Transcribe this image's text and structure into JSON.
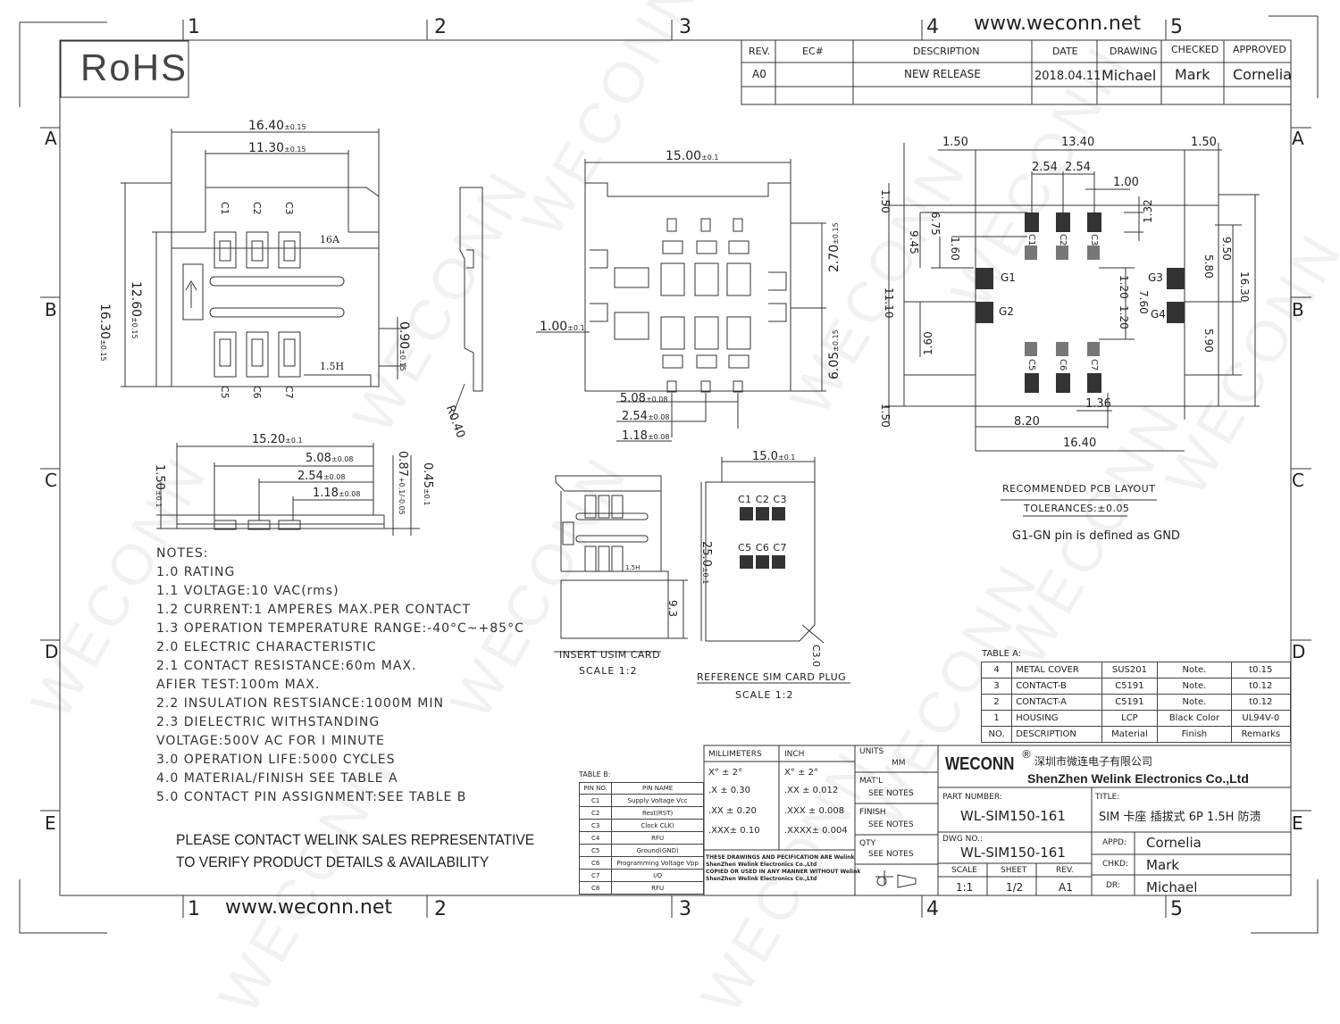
{
  "site_url_top": "www.weconn.net",
  "site_url_bottom": "www.weconn.net",
  "watermark": "WECONN",
  "rohs": "RoHS",
  "zone_cols": [
    "1",
    "2",
    "3",
    "4",
    "5"
  ],
  "zone_rows": [
    "A",
    "B",
    "C",
    "D",
    "E"
  ],
  "revision_table": {
    "headers": [
      "REV.",
      "EC#",
      "DESCRIPTION",
      "DATE",
      "DRAWING",
      "CHECKED",
      "APPROVED"
    ],
    "row": [
      "A0",
      "",
      "NEW RELEASE",
      "2018.04.11",
      "Michael",
      "Mark",
      "Cornelia"
    ]
  },
  "top_view": {
    "w_outer": "16.40",
    "tol_outer": "±0.15",
    "w_inner": "11.30",
    "tol_inner": "±0.15",
    "h_outer": "16.30",
    "tol_h_outer": "±0.15",
    "h_inner": "12.60",
    "tol_h_inner": "±0.15",
    "contacts_top": [
      "C1",
      "C2",
      "C3"
    ],
    "contacts_bottom": [
      "C5",
      "C6",
      "C7"
    ],
    "mark_16a": "16A",
    "mark_15h": "1.5H"
  },
  "side_view": {
    "gap": "0.90",
    "tol_gap": "±0.15",
    "radius": "R0.40"
  },
  "bottom_view": {
    "w": "15.00",
    "tol_w": "±0.1",
    "d1": "2.70",
    "tol_d1": "±0.15",
    "d2": "6.05",
    "tol_d2": "±0.15",
    "left": "1.00",
    "tol_left": "±0.1",
    "p1": "5.08",
    "tol_p1": "±0.08",
    "p2": "2.54",
    "tol_p2": "±0.08",
    "p3": "1.18",
    "tol_p3": "±0.08"
  },
  "front_view": {
    "w": "15.20",
    "tol_w": "±0.1",
    "p1": "5.08",
    "tol_p1": "±0.08",
    "p2": "2.54",
    "tol_p2": "±0.08",
    "p3": "1.18",
    "tol_p3": "±0.08",
    "h": "1.50",
    "tol_h": "±0.1",
    "t1": "0.87",
    "tol_t1": "+0.1/-0.05",
    "t2": "0.45",
    "tol_t2": "±0.1"
  },
  "pcb": {
    "top_dims": [
      "1.50",
      "13.40",
      "1.50"
    ],
    "pitch": [
      "2.54",
      "2.54"
    ],
    "pad_w": "1.00",
    "pad_h": "1.32",
    "left_dims": [
      "1.50",
      "6.75",
      "9.45",
      "1.60",
      "11.10",
      "1.60",
      "1.50"
    ],
    "right_dims": [
      "9.50",
      "5.80",
      "16.30",
      "5.90"
    ],
    "center_dims": [
      "1.20",
      "1.20",
      "7.60"
    ],
    "bottom_dims": [
      "1.36",
      "8.20",
      "16.40"
    ],
    "pads_top": [
      "C1",
      "C2",
      "C3"
    ],
    "pads_bottom": [
      "C5",
      "C6",
      "C7"
    ],
    "gnd_pads": [
      "G1",
      "G2",
      "G3",
      "G4"
    ],
    "title": "RECOMMENDED  PCB  LAYOUT",
    "tolerance": "TOLERANCES:±0.05",
    "gnd_note": "G1-GN pin is defined as GND"
  },
  "iso_view": {
    "caption": "INSERT  USIM  CARD",
    "scale": "SCALE  1:2",
    "mark": "1.5H",
    "dim": "9.3"
  },
  "sim_card": {
    "w": "15.0",
    "tol_w": "±0.1",
    "h": "25.0",
    "tol_h": "±0.1",
    "chamfer": "C3.0",
    "top_contacts": [
      "C1",
      "C2",
      "C3"
    ],
    "bottom_contacts": [
      "C5",
      "C6",
      "C7"
    ],
    "caption": "REFERENCE  SIM  CARD  PLUG",
    "scale": "SCALE  1:2"
  },
  "notes": [
    "NOTES:",
    "1.0  RATING",
    "1.1  VOLTAGE:10  VAC(rms)",
    "1.2  CURRENT:1  AMPERES MAX.PER CONTACT",
    "1.3  OPERATION  TEMPERATURE  RANGE:-40°C~+85°C",
    "2.0  ELECTRIC  CHARACTERISTIC",
    "2.1  CONTACT  RESISTANCE:60m    MAX.",
    "       AFIER  TEST:100m    MAX.",
    "2.2  INSULATION  RESTSIANCE:1000M    MIN",
    "2.3  DIELECTRIC  WITHSTANDING",
    "       VOLTAGE:500V  AC  FOR  I  MINUTE",
    "3.0  OPERATION  LIFE:5000  CYCLES",
    "4.0  MATERIAL/FINISH  SEE  TABLE  A",
    "5.0  CONTACT  PIN  ASSIGNMENT:SEE  TABLE  B"
  ],
  "contact_msg": [
    "PLEASE CONTACT WELINK SALES REPRESENTATIVE",
    "TO VERIFY PRODUCT DETAILS & AVAILABILITY"
  ],
  "table_a": {
    "title": "TABLE A:",
    "rows": [
      [
        "4",
        "METAL  COVER",
        "SUS201",
        "Note.",
        "t0.15"
      ],
      [
        "3",
        "CONTACT-B",
        "C5191",
        "Note.",
        "t0.12"
      ],
      [
        "2",
        "CONTACT-A",
        "C5191",
        "Note.",
        "t0.12"
      ],
      [
        "1",
        "HOUSING",
        "LCP",
        "Black  Color",
        "UL94V-0"
      ],
      [
        "NO.",
        "DESCRIPTION",
        "Material",
        "Finish",
        "Remarks"
      ]
    ]
  },
  "table_b": {
    "title": "TABLE B:",
    "headers": [
      "PIN NO.",
      "PIN NAME"
    ],
    "rows": [
      [
        "C1",
        "Supply  Voltage  Vcc"
      ],
      [
        "C2",
        "Rest(RST)"
      ],
      [
        "C3",
        "Clock CLK)"
      ],
      [
        "C4",
        "RFU"
      ],
      [
        "C5",
        "Ground(GND)"
      ],
      [
        "C6",
        "Programming  Voltage  Vpp"
      ],
      [
        "C7",
        "I/O"
      ],
      [
        "C8",
        "RFU"
      ]
    ]
  },
  "tolerance_block": {
    "mm_header": "MILLIMETERS",
    "inch_header": "INCH",
    "mm_rows": [
      "X°  ±  2°",
      ".X     ± 0.30",
      ".XX    ± 0.20",
      ".XXX±  0.10"
    ],
    "inch_rows": [
      "X°  ±  2°",
      ".XX    ± 0.012",
      ".XXX   ± 0.008",
      ".XXXX±  0.004"
    ],
    "disclaimer": [
      "THESE DRAWINGS AND PECIFICATION  ARE Welink",
      "ShenZhen Welink Electronics Co.,Ltd",
      "COPIED OR USED IN ANY MANNER WITHOUT Welink",
      "ShenZhen Welink Electronics Co.,Ltd"
    ]
  },
  "spec_block": {
    "units_label": "UNITS",
    "units": "MM",
    "matl_label": "MAT'L",
    "matl": "SEE NOTES",
    "finish_label": "FINISH",
    "finish": "SEE NOTES",
    "qty_label": "QTY",
    "qty": "SEE NOTES"
  },
  "title_block": {
    "brand": "WECONN",
    "reg": "®",
    "company_cn": "深圳市微连电子有限公司",
    "company_en": "ShenZhen Welink Electronics Co.,Ltd",
    "part_label": "PART NUMBER:",
    "part": "WL-SIM150-161",
    "title_label": "TITLE:",
    "title": "SIM 卡座 插拔式 6P 1.5H 防溃",
    "dwg_label": "DWG NO.:",
    "dwg": "WL-SIM150-161",
    "appd_label": "APPD:",
    "appd": "Cornelia",
    "chkd_label": "CHKD:",
    "chkd": "Mark",
    "dr_label": "DR:",
    "dr": "Michael",
    "scale_label": "SCALE",
    "scale": "1:1",
    "sheet_label": "SHEET",
    "sheet": "1/2",
    "rev_label": "REV.",
    "rev": "A1"
  },
  "colors": {
    "line": "#333333",
    "pad": "#333333",
    "watermark": "#969696"
  }
}
